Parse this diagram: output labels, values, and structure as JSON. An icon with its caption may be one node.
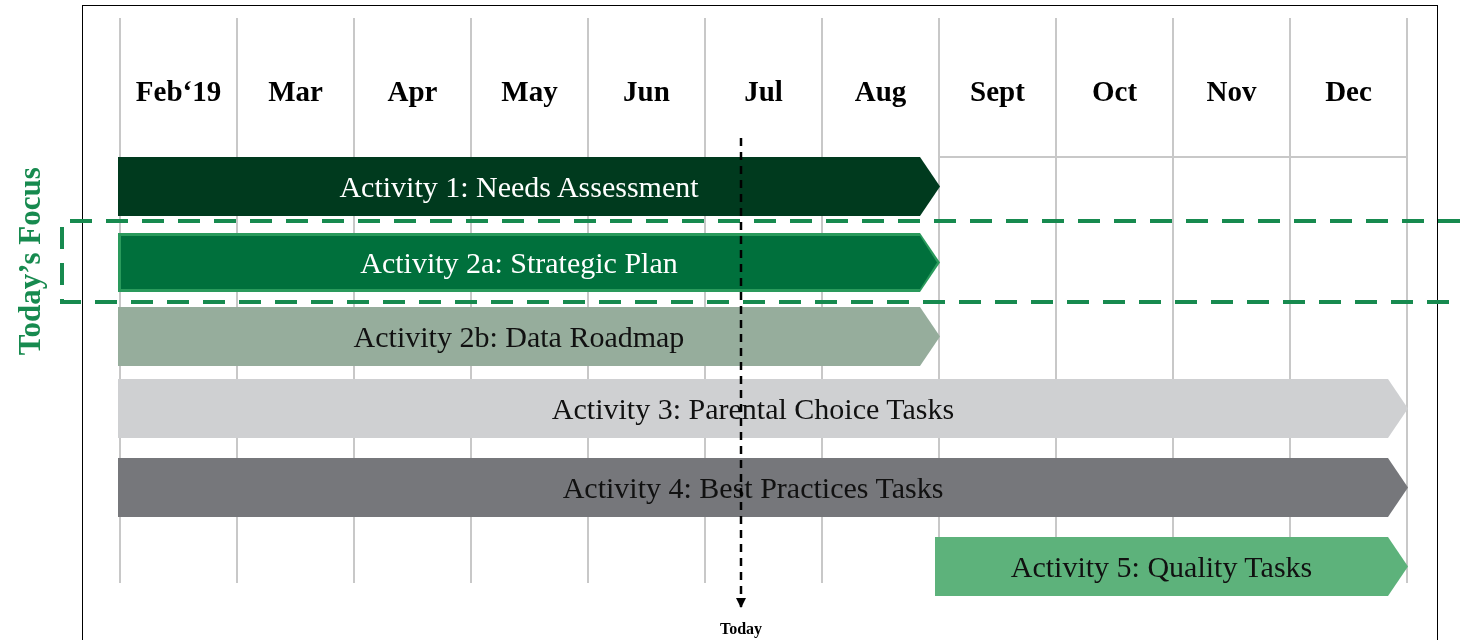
{
  "diagram": {
    "nodes": [
      {
        "text": [
          "Activity 1: Needs Assessment"
        ]
      },
      {
        "text": [
          "Activity 2a: Strategic Plan"
        ]
      },
      {
        "text": [
          "Activity 2b: Data Roadmap"
        ]
      },
      {
        "text": [
          "Activity 3: Parental Choice Tasks"
        ]
      },
      {
        "text": [
          "Activity 4: Best Practices Tasks"
        ]
      },
      {
        "text": [
          "Activity 5: Quality Tasks"
        ]
      },
      {
        "text": [
          "Today"
        ]
      }
    ],
    "edges": [
      {
        "from": null,
        "to": 6,
        "arrow": "to",
        "style": "dashed"
      }
    ],
    "labels": [
      "Feb‘19",
      "Mar",
      "Apr",
      "May",
      "Jun",
      "Jul",
      "Aug",
      "Sept",
      "Oct",
      "Nov",
      "Dec",
      "Today’s Focus"
    ]
  }
}
